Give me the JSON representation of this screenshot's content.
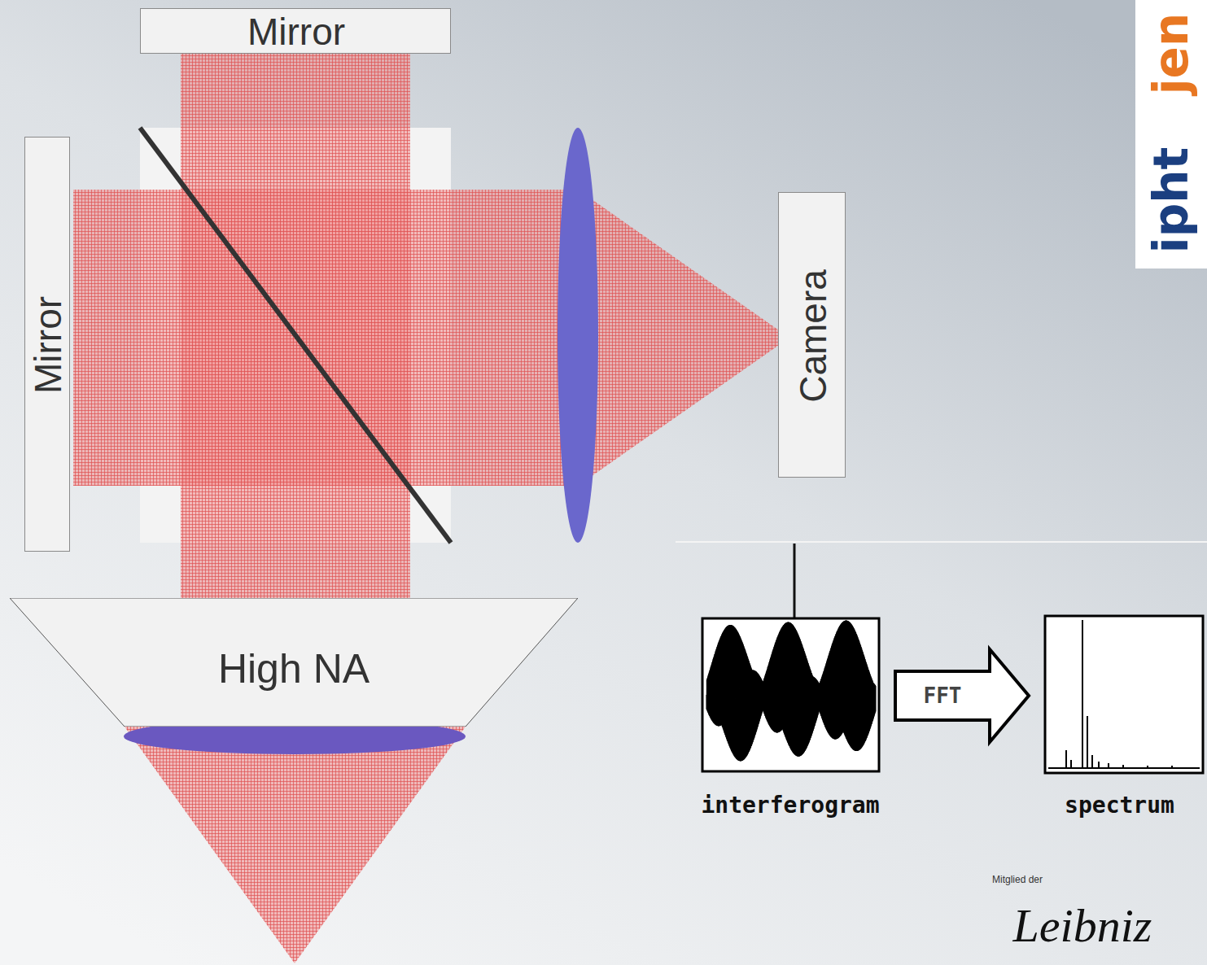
{
  "diagram": {
    "nodes": [
      {
        "text": [
          "Mirror"
        ]
      },
      {
        "text": [
          "Mirror"
        ]
      },
      {
        "text": [
          "Camera"
        ]
      },
      {
        "text": [
          "High NA"
        ]
      },
      {
        "text": [
          "interferogram"
        ]
      },
      {
        "text": [
          "spectrum"
        ]
      }
    ],
    "edges": [
      {
        "from": 4,
        "to": 5,
        "label": "FFT",
        "arrow": "to"
      }
    ],
    "labels": [
      "ipht",
      "jen",
      "Mitglied der",
      "Leibniz"
    ]
  }
}
